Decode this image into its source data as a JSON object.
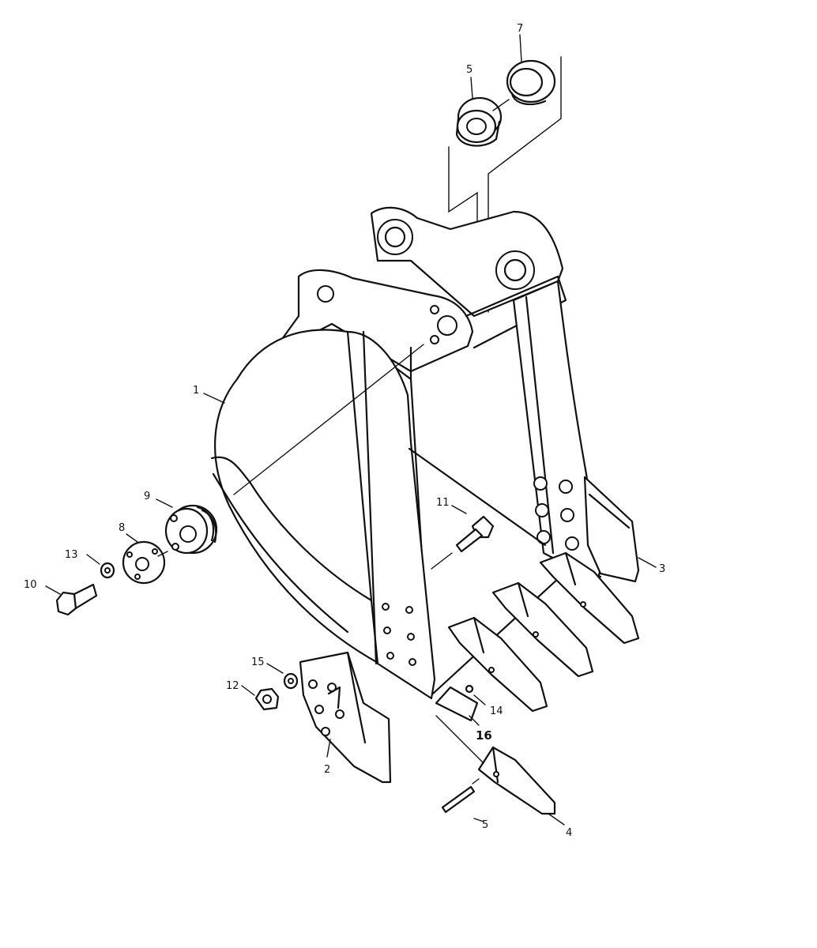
{
  "callouts": {
    "c1": "1",
    "c2": "2",
    "c3": "3",
    "c4": "4",
    "c5a": "5",
    "c5b": "5",
    "c7": "7",
    "c8": "8",
    "c9": "9",
    "c10": "10",
    "c11": "11",
    "c12": "12",
    "c13": "13",
    "c14": "14",
    "c15": "15",
    "c16": "16"
  }
}
